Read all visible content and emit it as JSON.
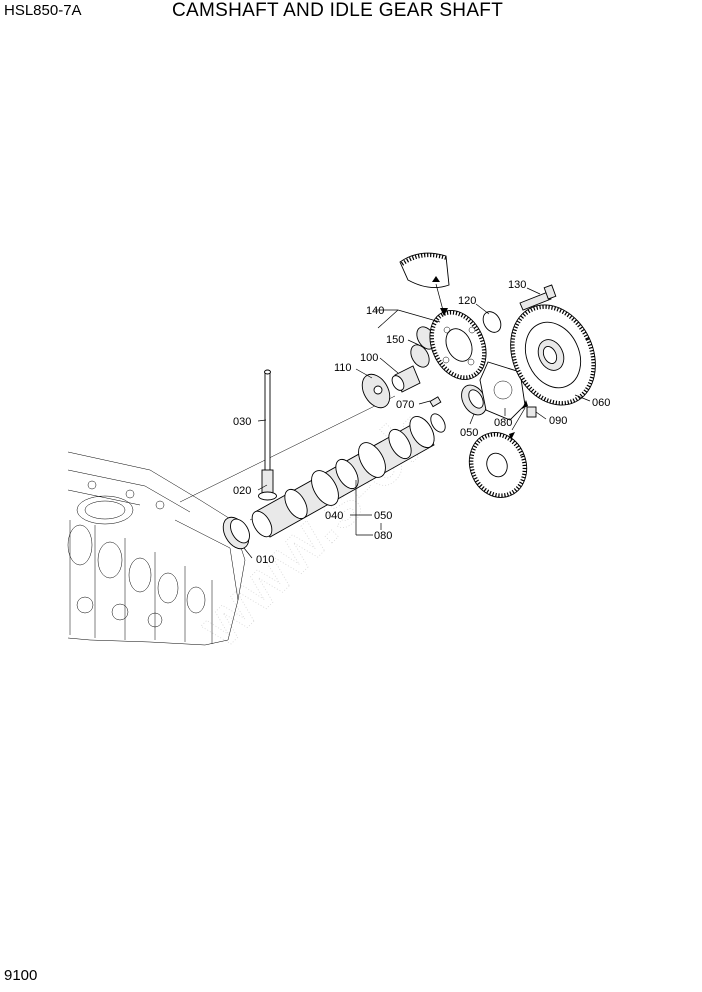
{
  "header": {
    "model": "HSL850-7A",
    "title": "CAMSHAFT AND IDLE GEAR SHAFT"
  },
  "footer": {
    "page_number": "9100"
  },
  "watermark": "www.s-ok",
  "callouts": {
    "p010": "010",
    "p020": "020",
    "p030": "030",
    "p040": "040",
    "p050a": "050",
    "p050b": "050",
    "p060": "060",
    "p070": "070",
    "p080a": "080",
    "p080b": "080",
    "p090": "090",
    "p100": "100",
    "p110": "110",
    "p120": "120",
    "p130": "130",
    "p140": "140",
    "p150": "150"
  }
}
